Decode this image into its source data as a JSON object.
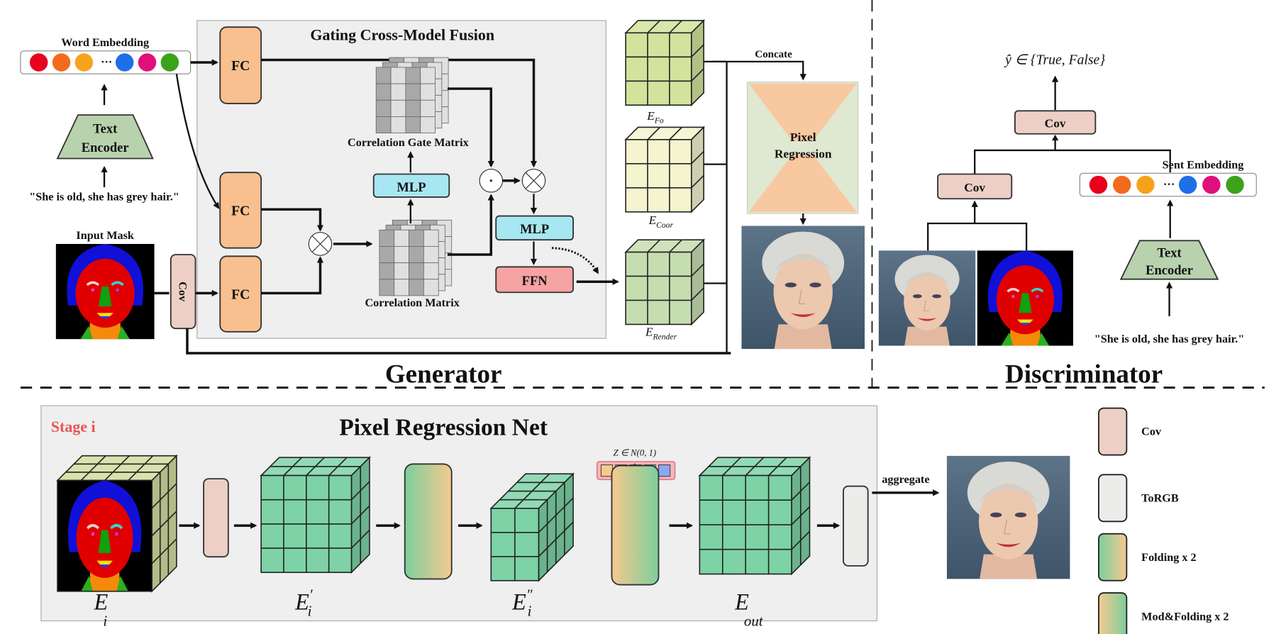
{
  "generator": {
    "title": "Generator",
    "fusion_title": "Gating Cross-Model Fusion",
    "word_embedding_label": "Word Embedding",
    "embedding_colors": [
      "#e8001c",
      "#f26b1d",
      "#f5a31a",
      "#1f6fe8",
      "#e0107a",
      "#3aa31a"
    ],
    "ellipsis": "···",
    "text_encoder": [
      "Text",
      "Encoder"
    ],
    "prompt": "\"She is old, she has grey hair.\"",
    "input_mask_label": "Input Mask",
    "cov_label": "Cov",
    "fc_label": "FC",
    "mlp_label": "MLP",
    "ffn_label": "FFN",
    "correlation_gate_matrix": "Correlation Gate Matrix",
    "correlation_matrix": "Correlation Matrix",
    "features": [
      {
        "main": "E",
        "sub": "Fo"
      },
      {
        "main": "E",
        "sub": "Coor"
      },
      {
        "main": "E",
        "sub": "Render"
      }
    ],
    "concate_label": "Concate",
    "pixel_regression": [
      "Pixel",
      "Regression"
    ]
  },
  "discriminator": {
    "title": "Discriminator",
    "output": "ŷ ∈ {True, False}",
    "cov_label": "Cov",
    "sent_embedding_label": "Sent Embedding",
    "ellipsis": "···",
    "text_encoder": [
      "Text",
      "Encoder"
    ],
    "prompt": "\"She is old, she has grey hair.\""
  },
  "pixel_regression_net": {
    "stage_label": "Stage i",
    "title": "Pixel Regression Net",
    "noise_label": "Z ∈ N(0, 1)",
    "noise_colors": [
      "#f7c98f",
      "#f3ef9a",
      "#a8e6a0",
      "#5fe3ee",
      "#8aa8f0"
    ],
    "labels": [
      {
        "main": "E",
        "sub": "i",
        "sup": ""
      },
      {
        "main": "E",
        "sub": "i",
        "sup": "′"
      },
      {
        "main": "E",
        "sub": "i",
        "sup": "″"
      },
      {
        "main": "E",
        "sub": "out",
        "sup": ""
      }
    ],
    "aggregate_label": "aggregate"
  },
  "legend": [
    {
      "label": "Cov",
      "style": "cov"
    },
    {
      "label": "ToRGB",
      "style": "torgb"
    },
    {
      "label": "Folding x 2",
      "style": "folding"
    },
    {
      "label": "Mod&Folding x 2",
      "style": "modfolding"
    }
  ],
  "colors": {
    "fc": "#f8c08e",
    "cov": "#edcfc5",
    "mlp": "#a7e7f2",
    "ffn": "#f6a3a3",
    "torgb": "#ececea",
    "cube_green": "#7dd3a6",
    "panel": "#efefef",
    "stage": "#e85555"
  }
}
